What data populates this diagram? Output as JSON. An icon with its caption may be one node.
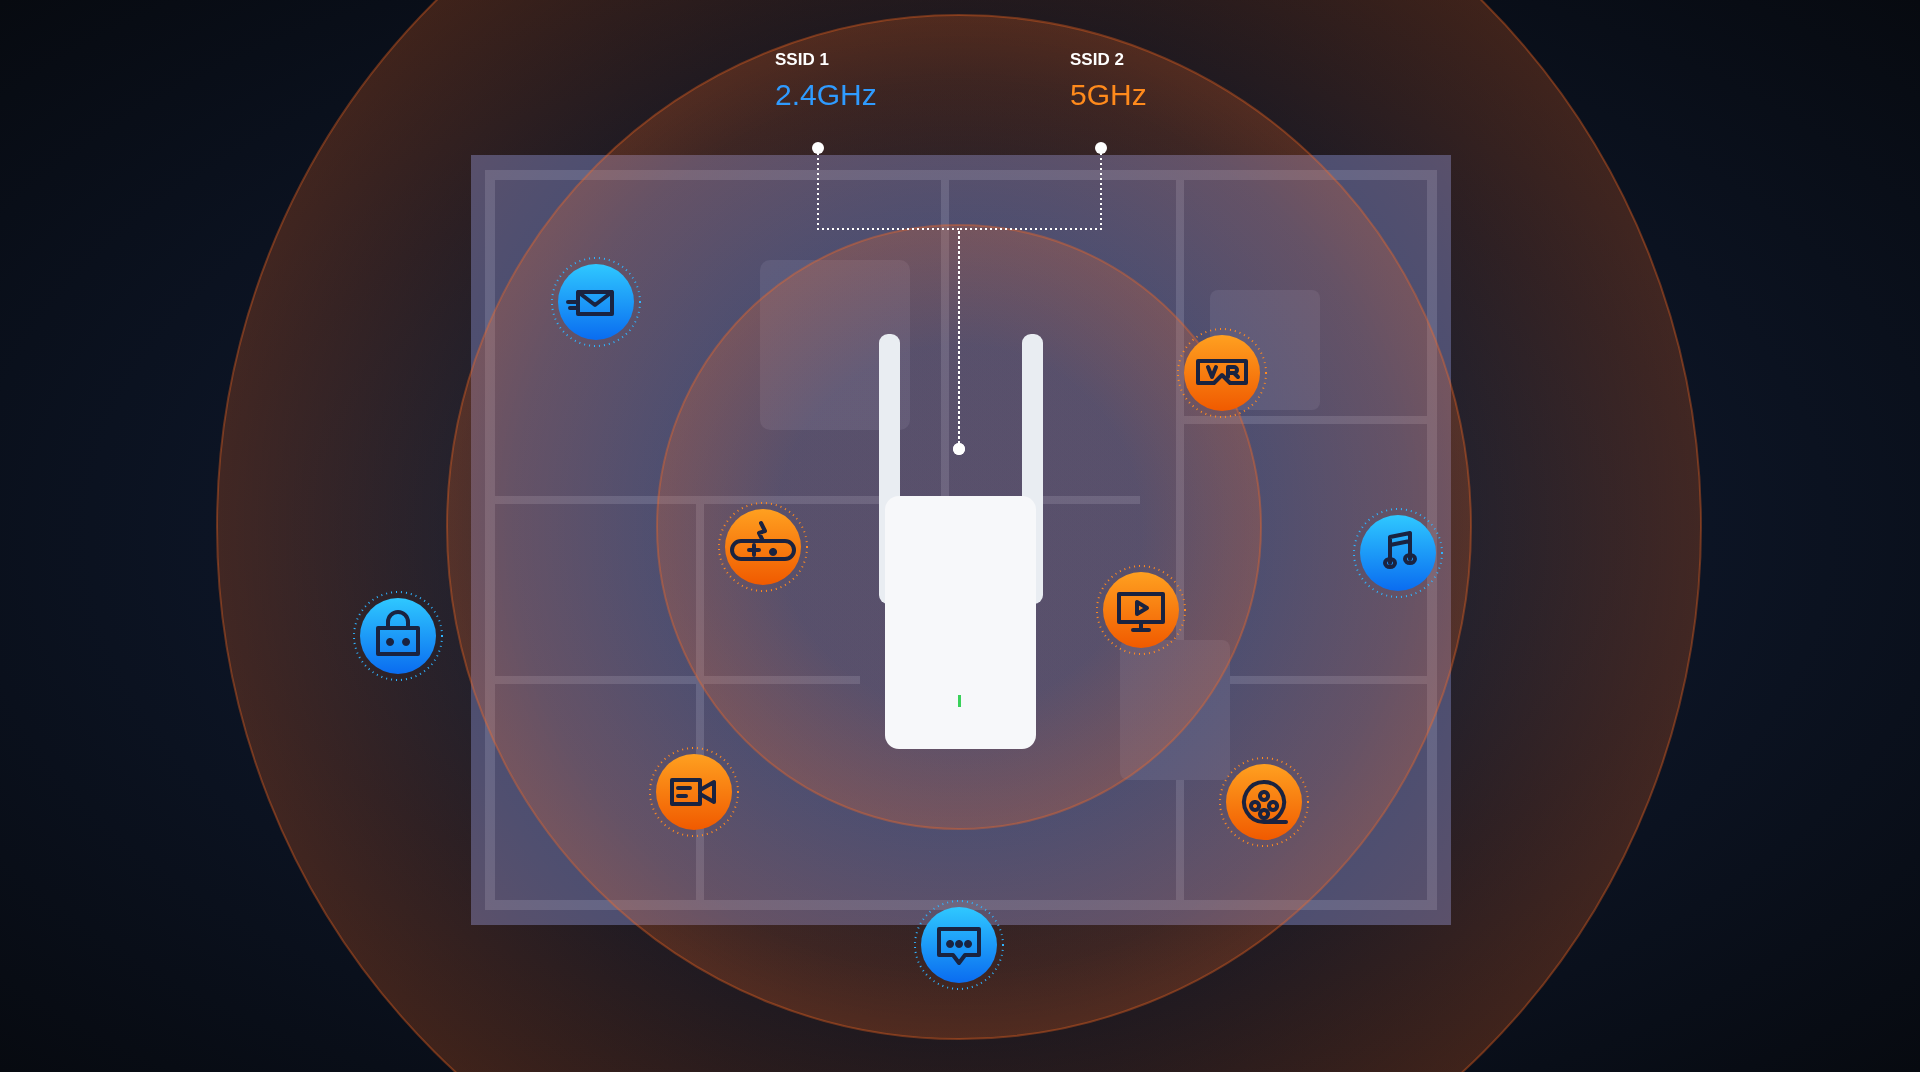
{
  "diagram": {
    "nodes": [
      {
        "text": [
          "SSID 1",
          "2.4GHz"
        ]
      },
      {
        "text": [
          "SSID 2",
          "5GHz"
        ]
      },
      {
        "text": [],
        "shape": "picture"
      }
    ],
    "edges": [
      {
        "from": 0,
        "to": 2,
        "arrow": "other"
      },
      {
        "from": 1,
        "to": 2,
        "arrow": "other"
      }
    ]
  }
}
